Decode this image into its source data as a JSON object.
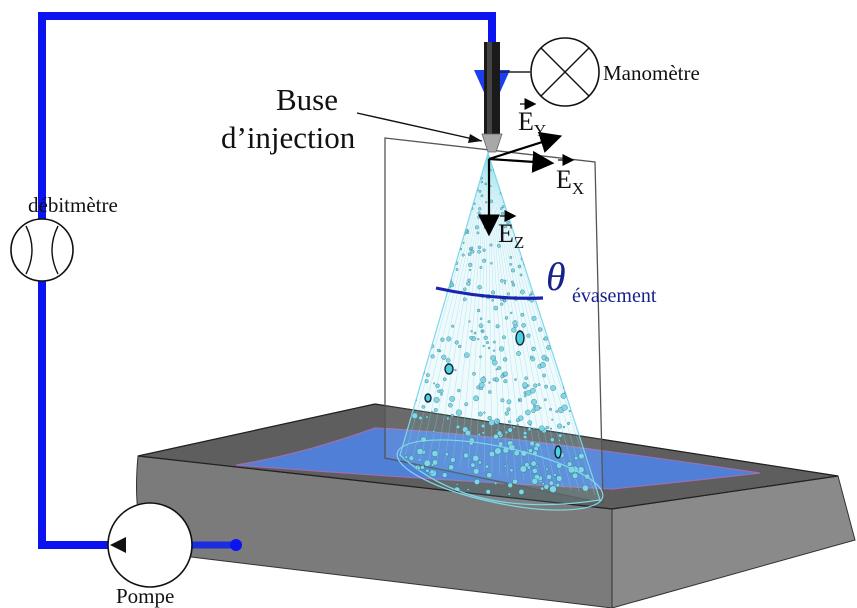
{
  "labels": {
    "nozzle_line1": "Buse",
    "nozzle_line2": "d’injection",
    "pressure_gauge": "Manomètre",
    "flowmeter": "débitmètre",
    "pump": "Pompe",
    "angle_symbol": "θ",
    "angle_subscript": "évasement"
  },
  "axes": {
    "x": {
      "base": "E",
      "subscript": "X"
    },
    "y": {
      "base": "E",
      "subscript": "Y"
    },
    "z": {
      "base": "E",
      "subscript": "Z"
    }
  },
  "colors": {
    "pipe": "#0b14f0",
    "flow_arrow": "#1a2ee0",
    "tank_wall": "#7b7b7b",
    "tank_rim": "#8a8a8a",
    "water": "#4f7fd6",
    "spray": "#7fd7e8",
    "angle_arc": "#1a23b0",
    "angle_text": "#17238c"
  },
  "icons": [
    "gauge-cross-icon",
    "flowmeter-icon",
    "pump-icon",
    "nozzle-icon"
  ]
}
